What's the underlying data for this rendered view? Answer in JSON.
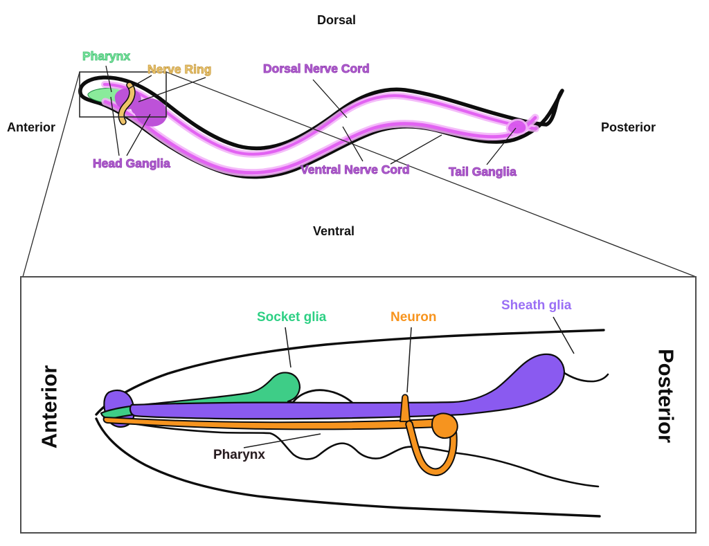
{
  "top_figure": {
    "direction_labels": {
      "dorsal": "Dorsal",
      "ventral": "Ventral",
      "anterior": "Anterior",
      "posterior": "Posterior"
    },
    "part_labels": {
      "pharynx": "Pharynx",
      "nerve_ring": "Nerve Ring",
      "dorsal_nerve_cord": "Dorsal Nerve Cord",
      "head_ganglia": "Head Ganglia",
      "ventral_nerve_cord": "Ventral Nerve Cord",
      "tail_ganglia": "Tail Ganglia"
    }
  },
  "inset": {
    "direction_labels": {
      "anterior": "Anterior",
      "posterior": "Posterior"
    },
    "part_labels": {
      "socket_glia": "Socket glia",
      "neuron": "Neuron",
      "sheath_glia": "Sheath glia",
      "pharynx": "Pharynx"
    }
  },
  "colors": {
    "outline_black": "#0d0d0d",
    "nerve_cord_core": "#e263f2",
    "nerve_cord_glow": "#f2b0f8",
    "head_ganglia_fill": "#bd52d8",
    "pharynx_fill_top": "#8aeb9b",
    "nerve_ring_fill": "#eec369",
    "purple_label": "#a249c4",
    "green_label": "#53cf82",
    "tan_label": "#ddb054",
    "socket_glia_green": "#3ecd87",
    "sheath_glia_purple": "#8a5af0",
    "neuron_orange": "#f6941f"
  }
}
